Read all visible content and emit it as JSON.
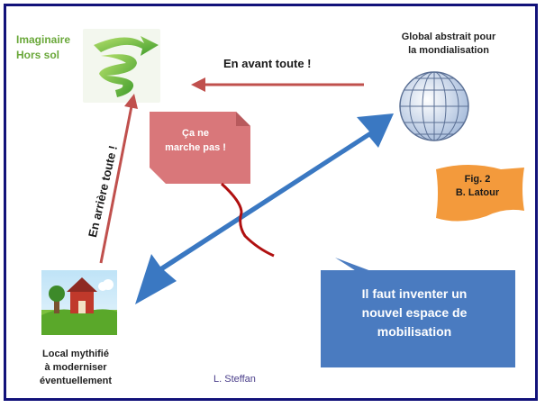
{
  "nodes": {
    "imaginaire": [
      "Imaginaire",
      "Hors sol"
    ],
    "global": [
      "Global abstrait pour",
      "la mondialisation"
    ],
    "local": [
      "Local mythifié",
      "à moderniser",
      "éventuellement"
    ]
  },
  "arrows": {
    "avant": "En avant toute !",
    "arriere": "En arrière toute !"
  },
  "box_cne": [
    "Ça ne",
    "marche pas !"
  ],
  "fig_note": [
    "Fig. 2",
    "B. Latour"
  ],
  "callout": [
    "Il faut inventer un",
    "nouvel espace de",
    "mobilisation"
  ],
  "author": "L. Steffan",
  "colors": {
    "frame": "#12127a",
    "blue_arrow": "#3a78c2",
    "red_arrow": "#c0504d",
    "pink_box": "#d9777a",
    "orange_note": "#f39a3c",
    "callout": "#4a7bc0",
    "green_text": "#6aa83a"
  },
  "icons": {
    "imaginaire": "green-swirl-arrow-icon",
    "global": "globe-icon",
    "local": "farm-icon"
  }
}
